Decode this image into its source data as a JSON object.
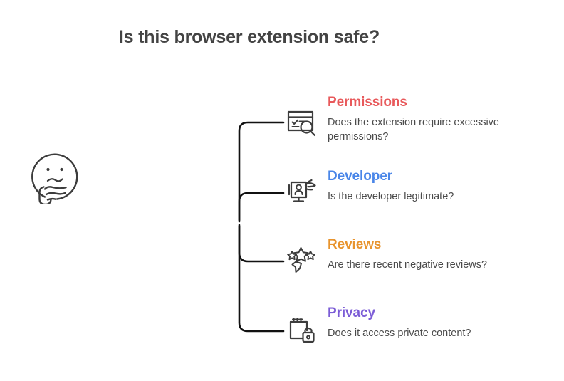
{
  "page": {
    "title": "Is this browser extension safe?",
    "background": "#ffffff",
    "body_text_color": "#4a4a4a",
    "title_color": "#434343"
  },
  "root": {
    "icon": "thinking-face-icon",
    "line_color_far": "#8a8a8a",
    "line_color_near": "#111111"
  },
  "branches": [
    {
      "id": "permissions",
      "heading": "Permissions",
      "description": "Does the extension require excessive permissions?",
      "color": "#e8595b",
      "icon": "browser-window-search-icon"
    },
    {
      "id": "developer",
      "heading": "Developer",
      "description": "Is the developer legitimate?",
      "color": "#4a86e8",
      "icon": "monitor-person-icon"
    },
    {
      "id": "reviews",
      "heading": "Reviews",
      "description": "Are there recent negative reviews?",
      "color": "#e8942e",
      "icon": "stars-rating-icon"
    },
    {
      "id": "privacy",
      "heading": "Privacy",
      "description": "Does it access private content?",
      "color": "#7b5cd6",
      "icon": "notepad-lock-icon"
    }
  ]
}
